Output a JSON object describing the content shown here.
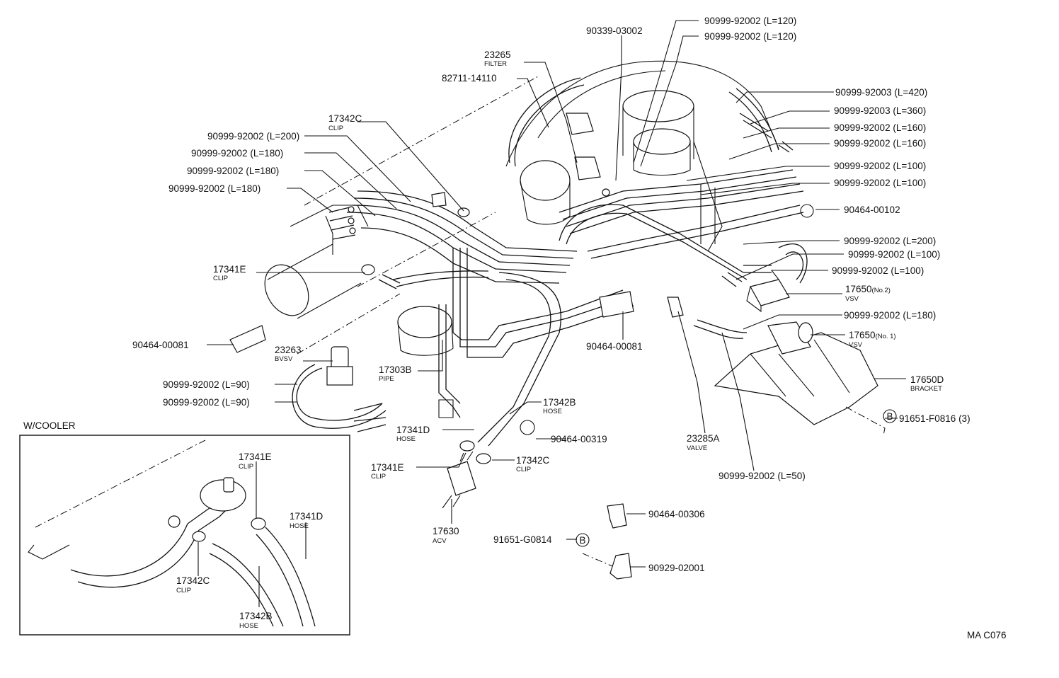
{
  "callouts": {
    "c1": {
      "num": "90339-03002"
    },
    "c2": {
      "num": "90999-92002",
      "spec": "(L=120)"
    },
    "c3": {
      "num": "90999-92002",
      "spec": "(L=120)"
    },
    "c4": {
      "num": "23265",
      "desc": "FILTER"
    },
    "c5": {
      "num": "82711-14110"
    },
    "c6": {
      "num": "17342C",
      "desc": "CLIP"
    },
    "c7": {
      "num": "90999-92002",
      "spec": "(L=200)"
    },
    "c8": {
      "num": "90999-92002",
      "spec": "(L=180)"
    },
    "c9": {
      "num": "90999-92002",
      "spec": "(L=180)"
    },
    "c10": {
      "num": "90999-92002",
      "spec": "(L=180)"
    },
    "c11": {
      "num": "90999-92003",
      "spec": "(L=420)"
    },
    "c12": {
      "num": "90999-92003",
      "spec": "(L=360)"
    },
    "c13": {
      "num": "90999-92002",
      "spec": "(L=160)"
    },
    "c14": {
      "num": "90999-92002",
      "spec": "(L=160)"
    },
    "c15": {
      "num": "90999-92002",
      "spec": "(L=100)"
    },
    "c16": {
      "num": "90999-92002",
      "spec": "(L=100)"
    },
    "c17": {
      "num": "90464-00102"
    },
    "c18": {
      "num": "90999-92002",
      "spec": "(L=200)"
    },
    "c19": {
      "num": "90999-92002",
      "spec": "(L=100)"
    },
    "c20": {
      "num": "90999-92002",
      "spec": "(L=100)"
    },
    "c21": {
      "num": "17650",
      "spec": "(No.2)",
      "desc": "VSV"
    },
    "c22": {
      "num": "90999-92002",
      "spec": "(L=180)"
    },
    "c23": {
      "num": "17650",
      "spec": "(No. 1)",
      "desc": "VSV"
    },
    "c24": {
      "num": "17341E",
      "desc": "CLIP"
    },
    "c25": {
      "num": "90464-00081"
    },
    "c26": {
      "num": "90464-00081"
    },
    "c27": {
      "num": "23263",
      "desc": "BVSV"
    },
    "c28": {
      "num": "17303B",
      "desc": "PIPE"
    },
    "c29": {
      "num": "90999-92002",
      "spec": "(L=90)"
    },
    "c30": {
      "num": "90999-92002",
      "spec": "(L=90)"
    },
    "c31": {
      "num": "17650D",
      "desc": "BRACKET"
    },
    "c32": {
      "num": "91651-F0816 (3)"
    },
    "c33": {
      "num": "17342B",
      "desc": "HOSE"
    },
    "c34": {
      "num": "17341D",
      "desc": "HOSE"
    },
    "c35": {
      "num": "90464-00319"
    },
    "c36": {
      "num": "17341E",
      "desc": "CLIP"
    },
    "c37": {
      "num": "17342C",
      "desc": "CLIP"
    },
    "c38": {
      "num": "23285A",
      "desc": "VALVE"
    },
    "c39": {
      "num": "90999-92002 (L=50)"
    },
    "c40": {
      "num": "17630",
      "desc": "ACV"
    },
    "c41": {
      "num": "90464-00306"
    },
    "c42": {
      "num": "91651-G0814"
    },
    "c43": {
      "num": "90929-02001"
    },
    "i1": {
      "num": "17341E",
      "desc": "CLIP"
    },
    "i2": {
      "num": "17341D",
      "desc": "HOSE"
    },
    "i3": {
      "num": "17342C",
      "desc": "CLIP"
    },
    "i4": {
      "num": "17342B",
      "desc": "HOSE"
    }
  },
  "markers": {
    "b": "B"
  },
  "inset": {
    "title": "W/COOLER"
  },
  "footer": {
    "code": "MA C076"
  }
}
